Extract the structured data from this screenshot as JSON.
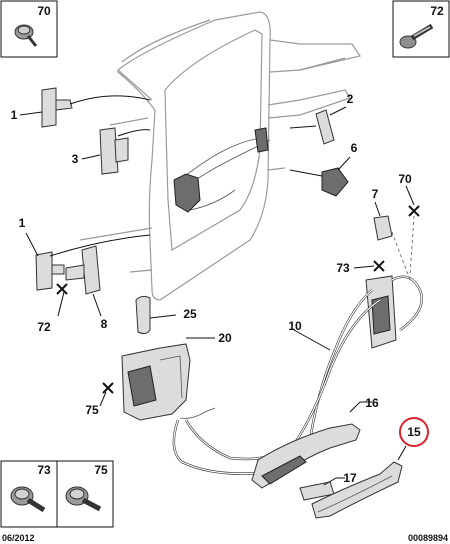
{
  "callouts": {
    "c1a": "1",
    "c1b": "1",
    "c2": "2",
    "c3": "3",
    "c6": "6",
    "c7": "7",
    "c8": "8",
    "c10": "10",
    "c16": "16",
    "c17": "17",
    "c15": "15",
    "c20": "20",
    "c25": "25",
    "c70": "70",
    "c72": "72",
    "c73": "73",
    "c75": "75"
  },
  "boxes": {
    "b70": "70",
    "b72": "72",
    "b73": "73",
    "b75": "75"
  },
  "footer": {
    "date": "06/2012",
    "ref": "00089894"
  },
  "colors": {
    "highlight": "#d9232d",
    "line": "#111111",
    "part_fill": "#dcdcdc"
  }
}
